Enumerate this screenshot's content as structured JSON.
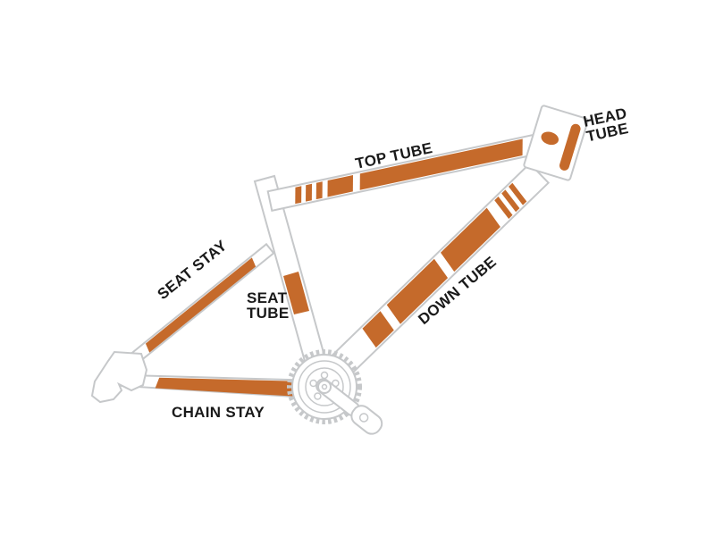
{
  "diagram": {
    "type": "bicycle-frame-protection-decal-diagram",
    "colors": {
      "decal_orange": "#C56A2B",
      "frame_outline": "#C6C8CA",
      "label_text": "#1A1A1A",
      "background": "#FFFFFF"
    },
    "labels": {
      "top_tube": "TOP TUBE",
      "head_tube": [
        "HEAD",
        "TUBE"
      ],
      "seat_stay": "SEAT STAY",
      "seat_tube": [
        "SEAT",
        "TUBE"
      ],
      "chain_stay": "CHAIN STAY",
      "down_tube": "DOWN TUBE"
    }
  }
}
